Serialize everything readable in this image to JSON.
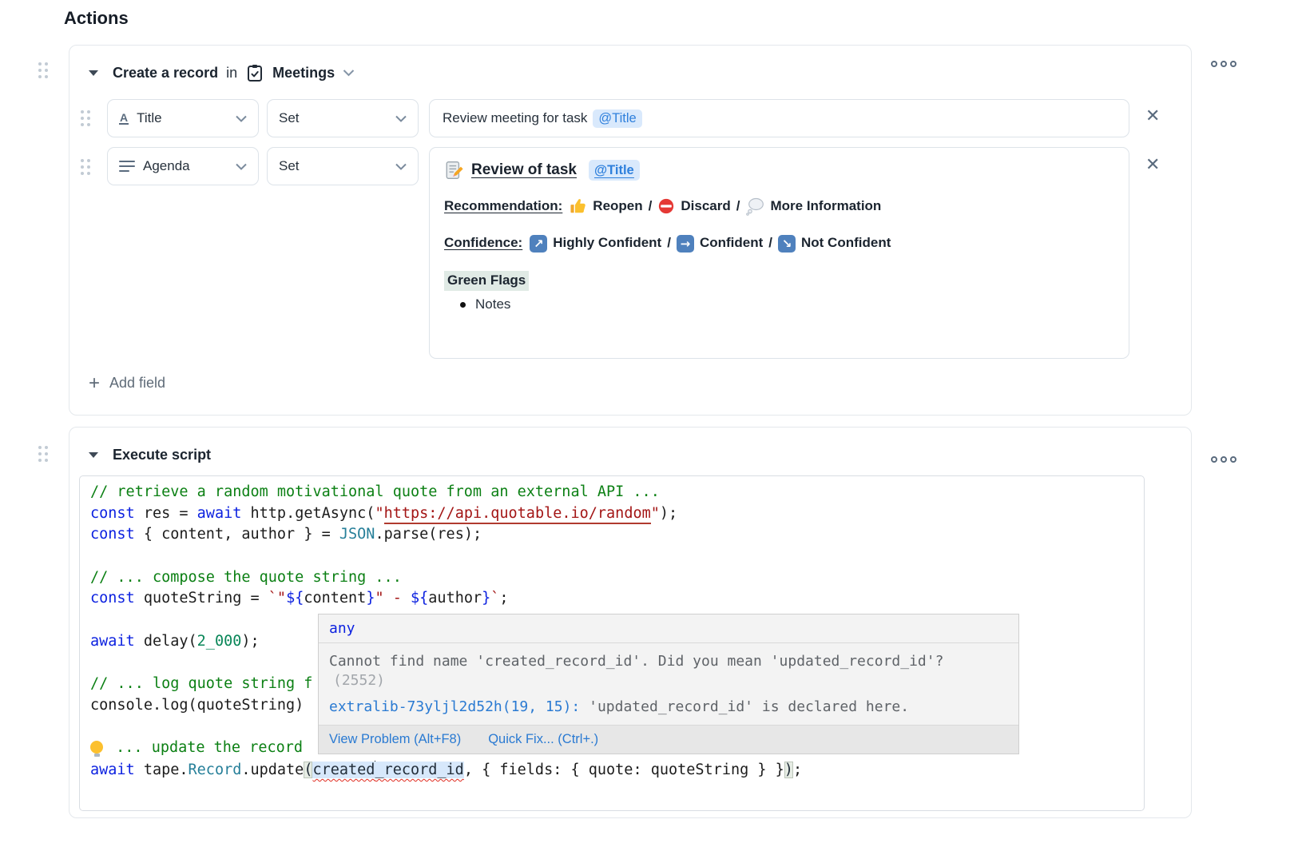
{
  "page": {
    "title": "Actions"
  },
  "create": {
    "header": {
      "action": "Create a record",
      "preposition": "in",
      "app": "Meetings"
    },
    "row_title": {
      "field": "Title",
      "operator": "Set",
      "value_text": "Review meeting for task",
      "token": "@Title"
    },
    "row_agenda": {
      "field": "Agenda",
      "operator": "Set",
      "heading": "Review of task",
      "heading_token": "@Title",
      "rec_label": "Recommendation:",
      "rec_1": "Reopen",
      "rec_2": "Discard",
      "rec_3": "More Information",
      "conf_label": "Confidence:",
      "conf_1": "Highly Confident",
      "conf_2": "Confident",
      "conf_3": "Not Confident",
      "sep": "/",
      "flags_heading": "Green Flags",
      "flag_item": "Notes"
    },
    "add_field": "Add field"
  },
  "script_card": {
    "header": "Execute script",
    "lines": [
      [
        {
          "t": "// retrieve a random motivational quote from an external API ...",
          "c": "c"
        }
      ],
      [
        {
          "t": "const",
          "c": "k"
        },
        {
          "t": " res = ",
          "c": "d"
        },
        {
          "t": "await",
          "c": "k"
        },
        {
          "t": " http.getAsync(",
          "c": "d"
        },
        {
          "t": "\"",
          "c": "s"
        },
        {
          "t": "https://api.quotable.io/random",
          "c": "u"
        },
        {
          "t": "\"",
          "c": "s"
        },
        {
          "t": ");",
          "c": "d"
        }
      ],
      [
        {
          "t": "const",
          "c": "k"
        },
        {
          "t": " { content, author } = ",
          "c": "d"
        },
        {
          "t": "JSON",
          "c": "t"
        },
        {
          "t": ".parse(res);",
          "c": "d"
        }
      ],
      [],
      [
        {
          "t": "// ... compose the quote string ...",
          "c": "c"
        }
      ],
      [
        {
          "t": "const",
          "c": "k"
        },
        {
          "t": " quoteString = ",
          "c": "d"
        },
        {
          "t": "`\"",
          "c": "s"
        },
        {
          "t": "${",
          "c": "k"
        },
        {
          "t": "content",
          "c": "d"
        },
        {
          "t": "}",
          "c": "k"
        },
        {
          "t": "\" - ",
          "c": "s"
        },
        {
          "t": "${",
          "c": "k"
        },
        {
          "t": "author",
          "c": "d"
        },
        {
          "t": "}",
          "c": "k"
        },
        {
          "t": "`",
          "c": "s"
        },
        {
          "t": ";",
          "c": "d"
        }
      ],
      [],
      [
        {
          "t": "await",
          "c": "k"
        },
        {
          "t": " delay(",
          "c": "d"
        },
        {
          "t": "2_000",
          "c": "n"
        },
        {
          "t": ");",
          "c": "d"
        }
      ],
      [],
      [
        {
          "t": "// ... log quote string f",
          "c": "c"
        }
      ],
      [
        {
          "t": "console.log(quoteString)",
          "c": "d"
        }
      ],
      [],
      [
        {
          "t": "",
          "c": "bulb"
        },
        {
          "t": " ... update the record",
          "c": "c"
        }
      ],
      [
        {
          "t": "await",
          "c": "k"
        },
        {
          "t": " tape.",
          "c": "d"
        },
        {
          "t": "Record",
          "c": "t"
        },
        {
          "t": ".update",
          "c": "d"
        },
        {
          "t": "(",
          "c": "b"
        },
        {
          "t": "created",
          "c": "w"
        },
        {
          "t": "",
          "c": "caret"
        },
        {
          "t": "_record_id",
          "c": "w"
        },
        {
          "t": ", { fields: { quote: quoteString } }",
          "c": "d"
        },
        {
          "t": ")",
          "c": "b"
        },
        {
          "t": ";",
          "c": "d"
        }
      ]
    ]
  },
  "tooltip": {
    "type_label": "any",
    "message": "Cannot find name 'created_record_id'. Did you mean 'updated_record_id'?",
    "code_ref": "(2552)",
    "link_source": "extralib-73yljl2d52h(19, 15):",
    "link_detail": " 'updated_record_id' is declared here.",
    "action_view_problem": "View Problem (Alt+F8)",
    "action_quick_fix": "Quick Fix... (Ctrl+.)"
  }
}
